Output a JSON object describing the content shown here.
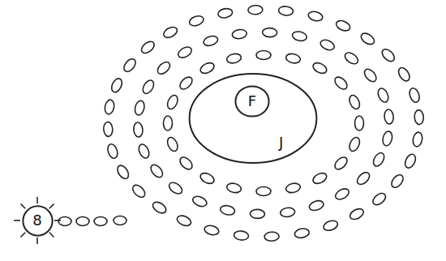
{
  "diagram": {
    "nodes": [
      {
        "text": [
          "J"
        ]
      },
      {
        "text": [
          "F"
        ],
        "in": 0
      },
      {
        "text": [
          "8"
        ]
      }
    ]
  }
}
